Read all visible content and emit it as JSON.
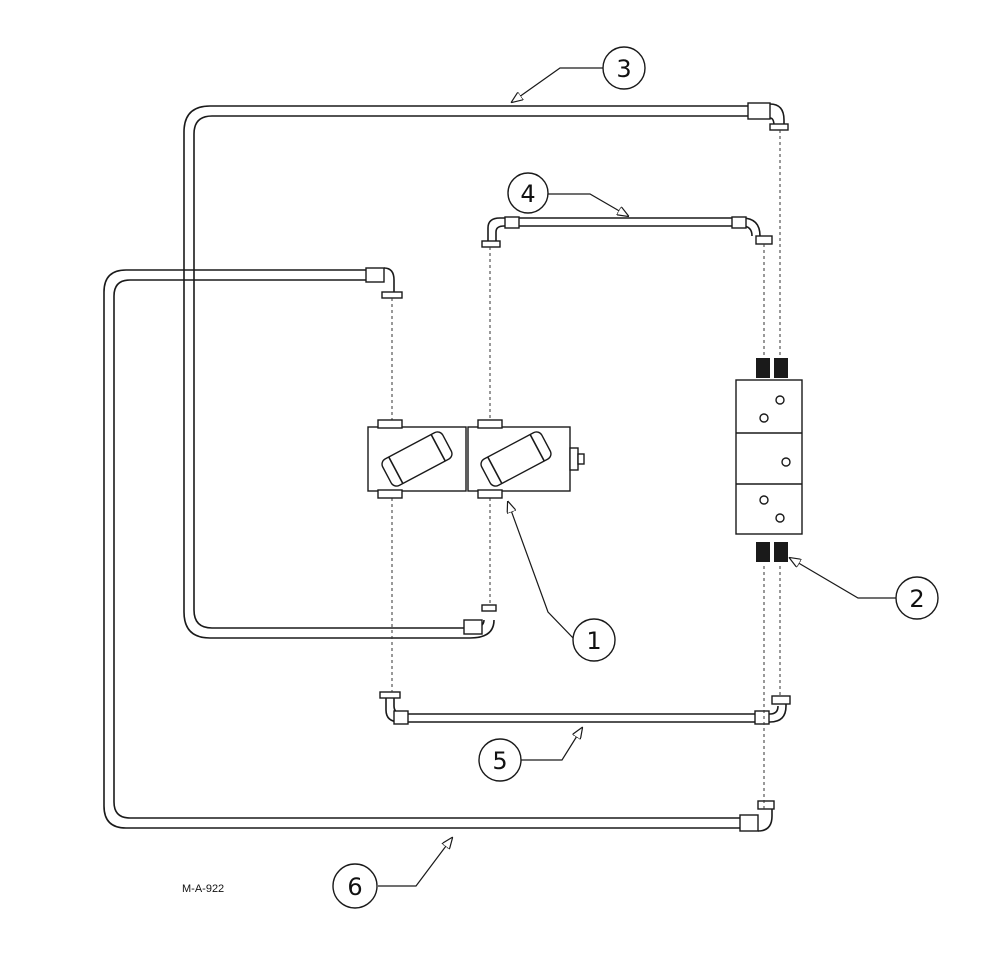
{
  "drawing_code": "M-A-922",
  "callouts": [
    {
      "id": "callout-1",
      "number": "1"
    },
    {
      "id": "callout-2",
      "number": "2"
    },
    {
      "id": "callout-3",
      "number": "3"
    },
    {
      "id": "callout-4",
      "number": "4"
    },
    {
      "id": "callout-5",
      "number": "5"
    },
    {
      "id": "callout-6",
      "number": "6"
    }
  ]
}
